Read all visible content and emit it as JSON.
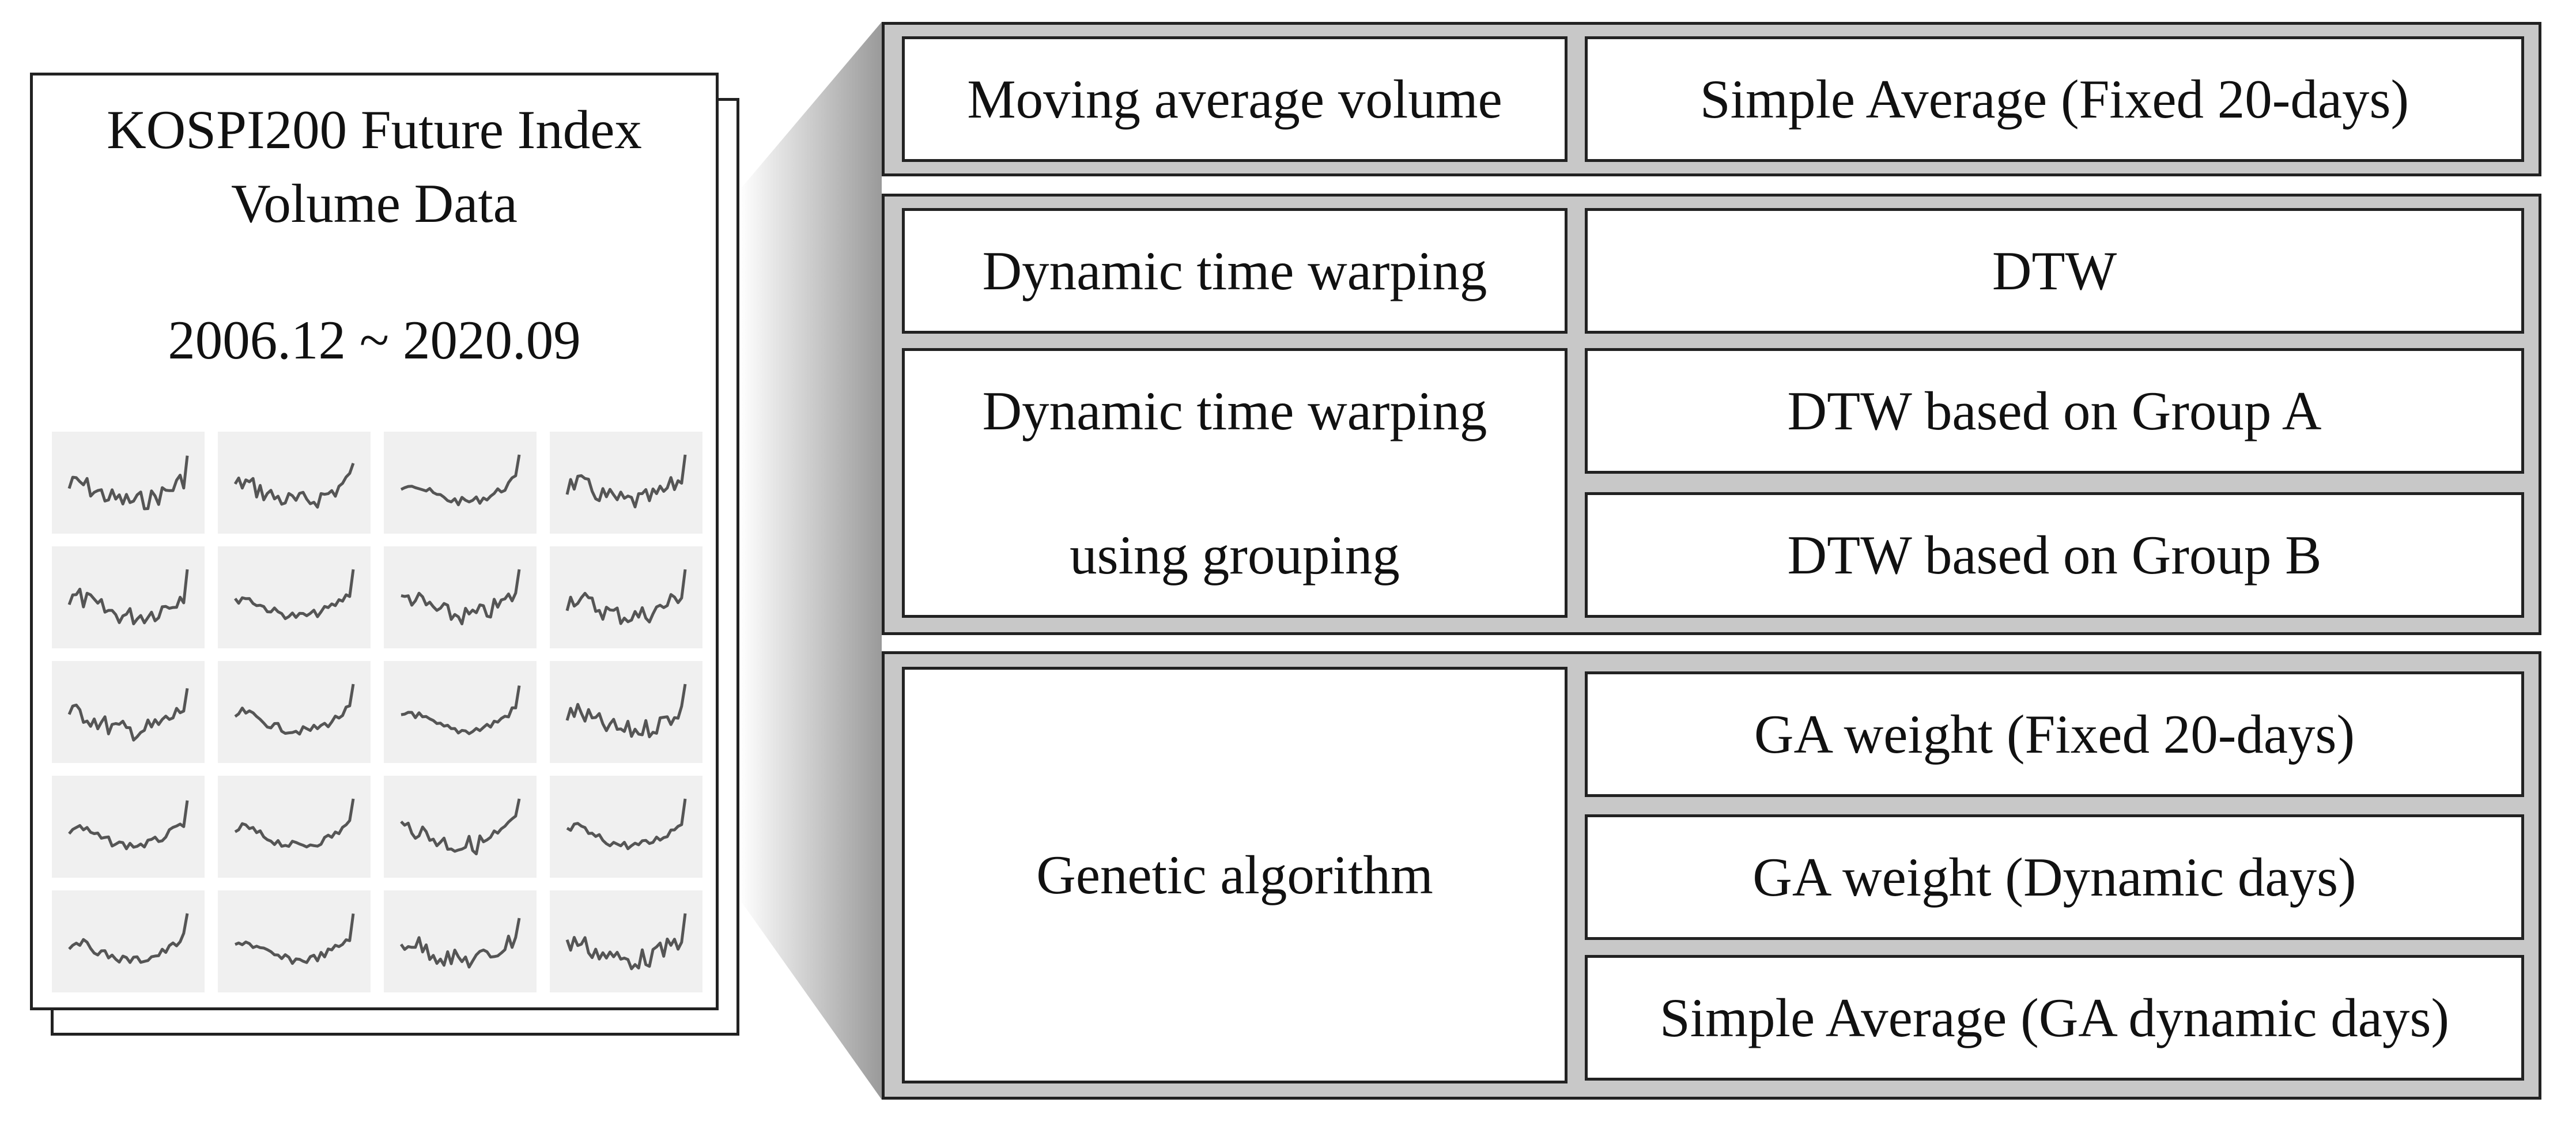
{
  "document": {
    "title_line1": "KOSPI200 Future Index",
    "title_line2": "Volume Data",
    "date_range": "2006.12 ~ 2020.09"
  },
  "methods": {
    "moving_average": {
      "label": "Moving average volume",
      "variant": "Simple Average (Fixed 20-days)"
    },
    "dtw": {
      "label": "Dynamic time warping",
      "variant": "DTW"
    },
    "dtw_grouping": {
      "label_line1": "Dynamic time warping",
      "label_line2": "using grouping",
      "variant_a": "DTW based on Group A",
      "variant_b": "DTW based on Group B"
    },
    "genetic": {
      "label": "Genetic algorithm",
      "variant_1": "GA weight (Fixed 20-days)",
      "variant_2": "GA weight (Dynamic days)",
      "variant_3": "Simple Average (GA dynamic days)"
    }
  },
  "colors": {
    "panel_fill": "#c8c8c8",
    "border": "#222222",
    "thumbnail_bg": "#f0f0f0",
    "sparkline": "#555555"
  }
}
